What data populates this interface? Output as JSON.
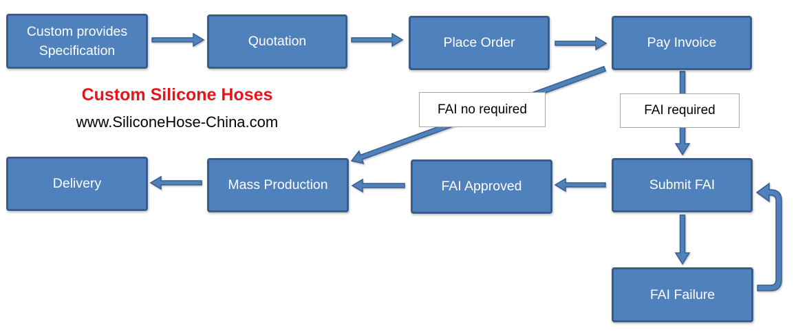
{
  "colors": {
    "box_fill": "#4f81bd",
    "box_border": "#385d8a",
    "box_text": "#ffffff",
    "arrow_fill": "#4f81bd",
    "arrow_stroke": "#385d8a",
    "title_color": "#e8141b"
  },
  "boxes": {
    "specification": "Custom provides\nSpecification",
    "quotation": "Quotation",
    "place_order": "Place  Order",
    "pay_invoice": "Pay Invoice",
    "submit_fai": "Submit  FAI",
    "fai_failure": "FAI Failure",
    "fai_approved": "FAI Approved",
    "mass_production": "Mass Production",
    "delivery": "Delivery"
  },
  "labels": {
    "fai_not_required": "FAI no required",
    "fai_required": "FAI required"
  },
  "title": "Custom Silicone Hoses",
  "website": "www.SiliconeHose-China.com"
}
